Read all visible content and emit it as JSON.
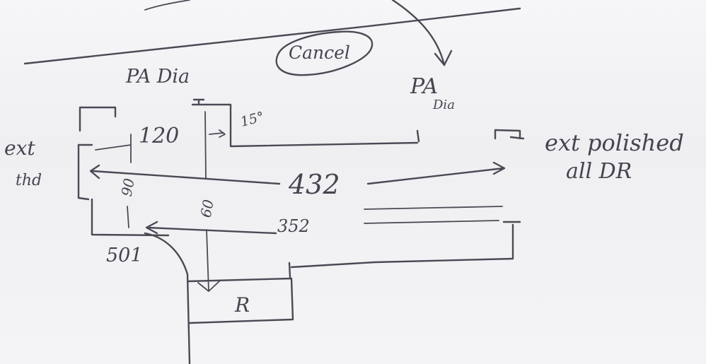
{
  "labels": {
    "pa_dia_left": "PA Dia",
    "cancel": "Cancel",
    "pa_right": "PA",
    "dia_right": "Dia",
    "angle": "15°",
    "dim_120": "120",
    "dim_432": "432",
    "ext_left_1": "ext",
    "ext_left_2": "thd",
    "ext_right_1": "ext polished",
    "ext_right_2": "all DR",
    "dim_90": "90",
    "dim_60": "60",
    "dim_352": "352",
    "dim_501": "501",
    "r_label": "R"
  }
}
